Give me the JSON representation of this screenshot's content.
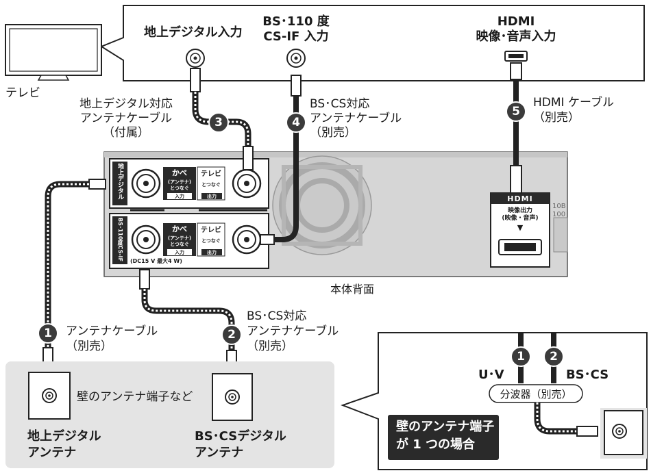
{
  "tv": {
    "label": "テレビ",
    "inputs": {
      "terrestrial": "地上デジタル入力",
      "bs_cs_line1": "BS･110 度",
      "bs_cs_line2": "CS-IF 入力",
      "hdmi_line1": "HDMI",
      "hdmi_line2": "映像･音声入力"
    }
  },
  "cables": {
    "c3": {
      "num": "3",
      "line1": "地上デジタル対応",
      "line2": "アンテナケーブル",
      "line3": "（付属）"
    },
    "c4": {
      "num": "4",
      "line1": "BS･CS対応",
      "line2": "アンテナケーブル",
      "line3": "（別売）"
    },
    "c5": {
      "num": "5",
      "line1": "HDMI ケーブル",
      "line2": "（別売）"
    },
    "c1": {
      "num": "1",
      "line1": "アンテナケーブル",
      "line2": "（別売）"
    },
    "c2": {
      "num": "2",
      "line1": "BS･CS対応",
      "line2": "アンテナケーブル",
      "line3": "（別売）"
    }
  },
  "recorder": {
    "label": "本体背面",
    "terrestrial_side": "地上デジタル",
    "bs_side": "BS･110度CS-IF",
    "wall_title": "かべ",
    "wall_sub1": "(アンテナ)",
    "wall_sub2": "とつなぐ",
    "wall_tag": "入力",
    "tv_title": "テレビ",
    "tv_sub": "とつなぐ",
    "tv_tag": "出力",
    "power_note": "(DC15 V 最大4 W)",
    "hdmi_logo": "HDMI",
    "hdmi_out_line1": "映像出力",
    "hdmi_out_line2": "(映像・音声)",
    "hdmi_arrow": "▼",
    "side_text1": "10B",
    "side_text2": "100"
  },
  "wall": {
    "note": "壁のアンテナ端子など",
    "terrestrial_line1": "地上デジタル",
    "terrestrial_line2": "アンテナ",
    "bs_line1": "BS･CSデジタル",
    "bs_line2": "アンテナ"
  },
  "inset": {
    "num1": "1",
    "num2": "2",
    "uv": "U･V",
    "bscs": "BS･CS",
    "splitter": "分波器（別売）",
    "note_line1": "壁のアンテナ端子",
    "note_line2": "が 1 つの場合"
  }
}
